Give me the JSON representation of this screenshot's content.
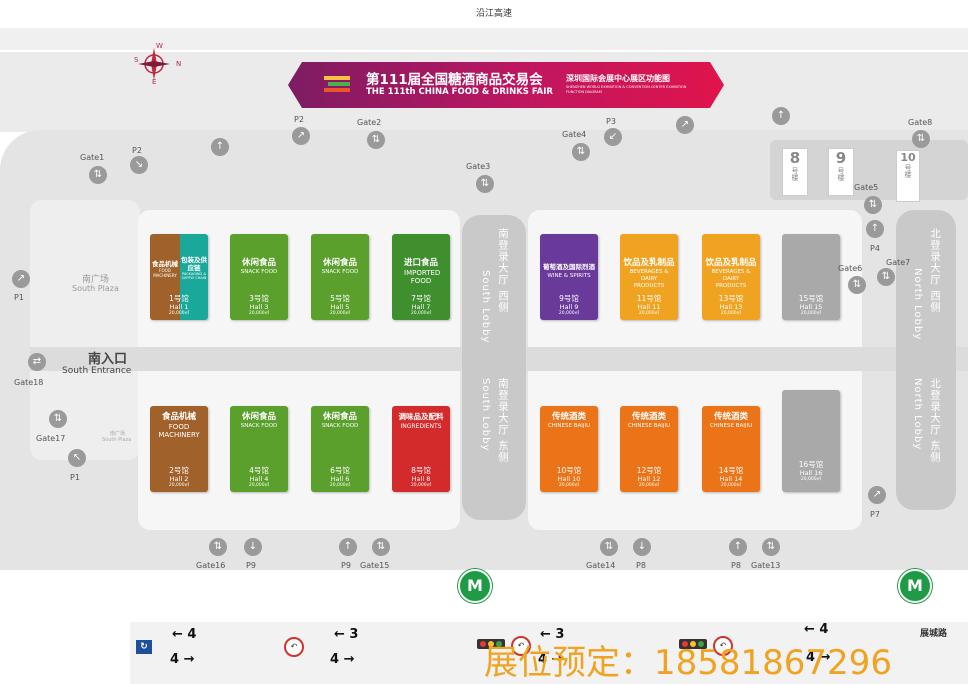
{
  "road_top": "沿江高速",
  "road_bottom_right": "展城路",
  "banner": {
    "title_cn": "第111届全国糖酒商品交易会",
    "title_en": "THE 111th CHINA FOOD & DRINKS FAIR",
    "subtitle_cn": "深圳国际会展中心展区功能图",
    "subtitle_en": "SHENZHEN WORLD EXHIBITION & CONVENTION CENTER EXHIBITION FUNCTION DIAGRAM"
  },
  "compass": {
    "letters": [
      "N",
      "E",
      "S",
      "W"
    ]
  },
  "south_plaza": {
    "cn": "南广场",
    "en": "South Plaza"
  },
  "south_plaza_small": {
    "cn": "南广场",
    "en": "South Plaza"
  },
  "south_entrance": {
    "cn": "南入口",
    "en": "South Entrance"
  },
  "south_lobby": {
    "west": "南登录大厅 西侧",
    "east": "南登录大厅 东侧",
    "en": "South Lobby"
  },
  "north_lobby": {
    "west": "北登录大厅 西侧",
    "east": "北登录大厅 东侧",
    "en": "North Lobby"
  },
  "halls_top": [
    {
      "cn": "食品机械",
      "en": "FOOD MACHINERY",
      "cn2": "包装及供应链",
      "en2": "PACKAGING & SUPPLY CHAIN",
      "no": "1号馆",
      "hall": "Hall 1",
      "area": "20,000㎡",
      "color": "#a0612a",
      "color2": "#1aa89a"
    },
    {
      "cn": "休闲食品",
      "en": "SNACK FOOD",
      "no": "3号馆",
      "hall": "Hall 3",
      "area": "20,000㎡",
      "color": "#5ba02c"
    },
    {
      "cn": "休闲食品",
      "en": "SNACK FOOD",
      "no": "5号馆",
      "hall": "Hall 5",
      "area": "20,000㎡",
      "color": "#5ba02c"
    },
    {
      "cn": "进口食品",
      "en": "IMPORTED FOOD",
      "no": "7号馆",
      "hall": "Hall 7",
      "area": "20,000㎡",
      "color": "#3f8f2e"
    },
    {
      "cn": "葡萄酒及国际烈酒",
      "en": "WINE & SPIRITS",
      "no": "9号馆",
      "hall": "Hall 9",
      "area": "20,000㎡",
      "color": "#6a3a9a"
    },
    {
      "cn": "饮品及乳制品",
      "en": "BEVERAGES & DAIRY PRODUCTS",
      "no": "11号馆",
      "hall": "Hall 11",
      "area": "20,000㎡",
      "color": "#f0a321"
    },
    {
      "cn": "饮品及乳制品",
      "en": "BEVERAGES & DAIRY PRODUCTS",
      "no": "13号馆",
      "hall": "Hall 13",
      "area": "20,000㎡",
      "color": "#f0a321"
    },
    {
      "cn": "",
      "en": "",
      "no": "15号馆",
      "hall": "Hall 15",
      "area": "20,000㎡",
      "color": "#a9a9a9"
    }
  ],
  "halls_bottom": [
    {
      "cn": "食品机械",
      "en": "FOOD MACHINERY",
      "no": "2号馆",
      "hall": "Hall 2",
      "area": "20,000㎡",
      "color": "#a0612a"
    },
    {
      "cn": "休闲食品",
      "en": "SNACK FOOD",
      "no": "4号馆",
      "hall": "Hall 4",
      "area": "20,000㎡",
      "color": "#5ba02c"
    },
    {
      "cn": "休闲食品",
      "en": "SNACK FOOD",
      "no": "6号馆",
      "hall": "Hall 6",
      "area": "20,000㎡",
      "color": "#5ba02c"
    },
    {
      "cn": "调味品及配料",
      "en": "INGREDIENTS",
      "no": "8号馆",
      "hall": "Hall 8",
      "area": "20,000㎡",
      "color": "#d32b2b"
    },
    {
      "cn": "传统酒类",
      "en": "CHINESE BAIJIU",
      "no": "10号馆",
      "hall": "Hall 10",
      "area": "20,000㎡",
      "color": "#ec7418"
    },
    {
      "cn": "传统酒类",
      "en": "CHINESE BAIJIU",
      "no": "12号馆",
      "hall": "Hall 12",
      "area": "20,000㎡",
      "color": "#ec7418"
    },
    {
      "cn": "传统酒类",
      "en": "CHINESE BAIJIU",
      "no": "14号馆",
      "hall": "Hall 14",
      "area": "20,000㎡",
      "color": "#ec7418"
    },
    {
      "cn": "",
      "en": "",
      "no": "16号馆",
      "hall": "Hall 16",
      "area": "20,000㎡",
      "color": "#a9a9a9"
    }
  ],
  "building_8": {
    "num": "8",
    "label": "号楼"
  },
  "building_9": {
    "num": "9",
    "label": "号楼"
  },
  "building_10": {
    "num": "10",
    "label": "号楼"
  },
  "gates": {
    "gate1": "Gate1",
    "gate2": "Gate2",
    "gate3": "Gate3",
    "gate4": "Gate4",
    "gate5": "Gate5",
    "gate6": "Gate6",
    "gate7": "Gate7",
    "gate8": "Gate8",
    "gate13": "Gate13",
    "gate14": "Gate14",
    "gate15": "Gate15",
    "gate16": "Gate16",
    "gate17": "Gate17",
    "gate18": "Gate18"
  },
  "parking": {
    "p1a": "P1",
    "p1b": "P1",
    "p2a": "P2",
    "p2b": "P2",
    "p3": "P3",
    "p4": "P4",
    "p7": "P7",
    "p8a": "P8",
    "p8b": "P8",
    "p9a": "P9",
    "p9b": "P9"
  },
  "lanes": {
    "l1": "4",
    "l2": "4",
    "l3": "3",
    "l4": "4",
    "l5": "3",
    "l6": "4",
    "l7": "4",
    "l8": "4"
  },
  "booking": "展位预定：18581867296",
  "colors": {
    "banner_start": "#8a1e63",
    "banner_end": "#e0144c",
    "metro": "#1f9a45",
    "booking": "#f0a321"
  },
  "icons": {
    "metro": "metro-icon",
    "parking": "parking-icon",
    "gate": "gate-arrow-icon"
  }
}
